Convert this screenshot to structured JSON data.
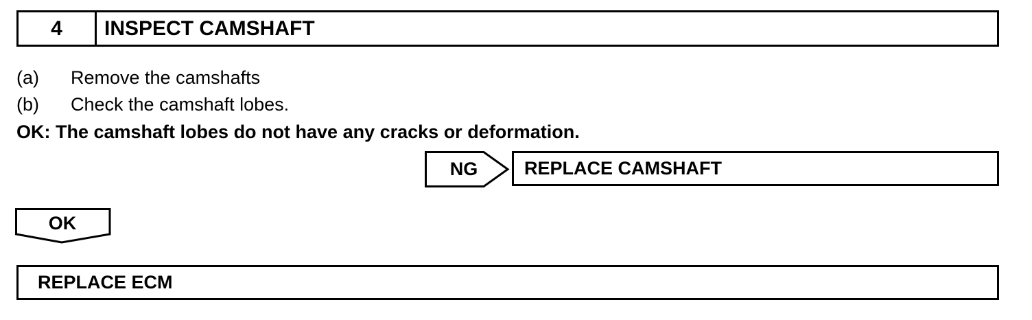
{
  "step": {
    "number": "4",
    "title": "INSPECT CAMSHAFT"
  },
  "instructions": [
    {
      "label": "(a)",
      "text": "Remove the camshafts"
    },
    {
      "label": "(b)",
      "text": "Check the camshaft lobes."
    }
  ],
  "ok_condition": "OK: The camshaft lobes do not have any cracks or deformation.",
  "ng_branch": {
    "label": "NG",
    "action": "REPLACE CAMSHAFT"
  },
  "ok_branch": {
    "label": "OK"
  },
  "final_action": "REPLACE ECM"
}
